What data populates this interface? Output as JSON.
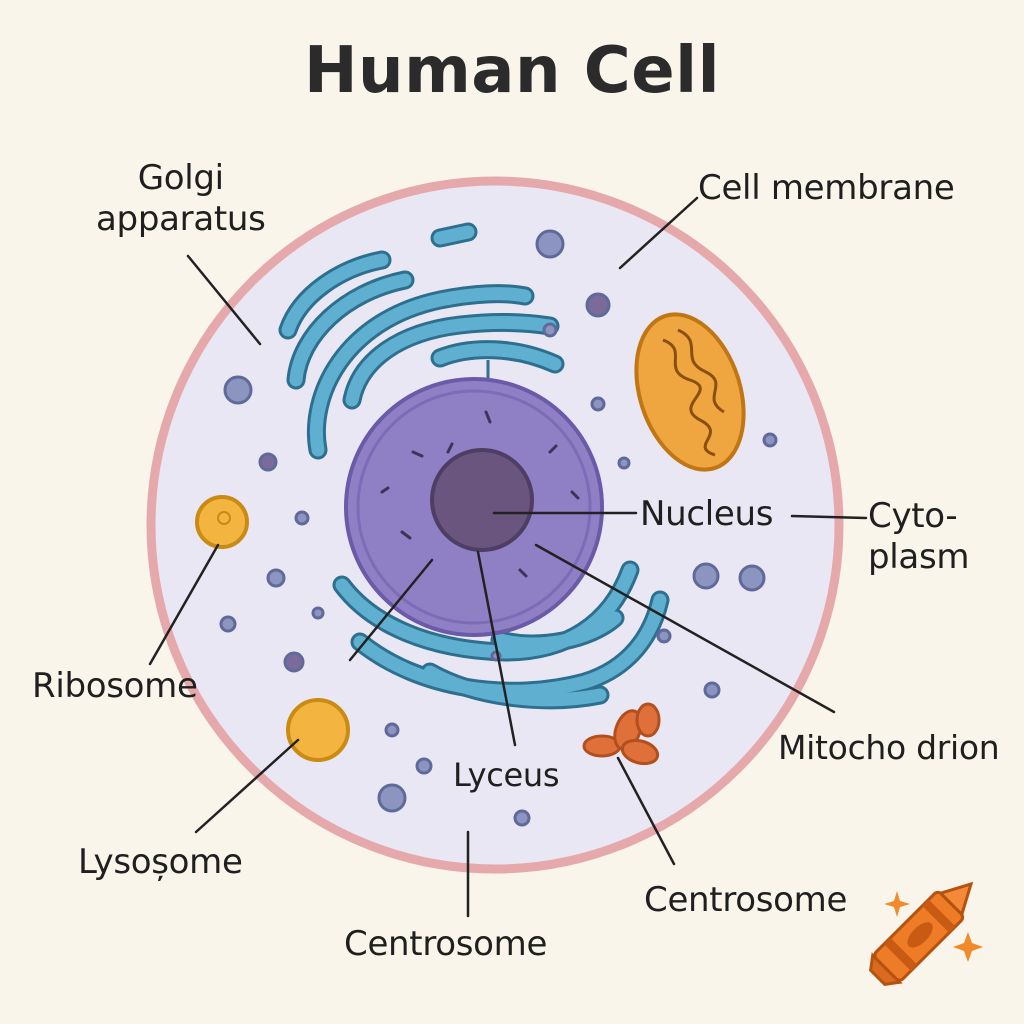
{
  "title": "Human Cell",
  "labels": {
    "golgi_line1": "Golgi",
    "golgi_line2": "apparatus",
    "cell_membrane": "Cell membrane",
    "nucleus": "Nucleus",
    "cytoplasm_line1": "Cyto-",
    "cytoplasm_line2": "plasm",
    "ribosome": "Ribosome",
    "mitochondrion": "Mitocho drion",
    "lyceus": "Lyceus",
    "lysosome": "Lysoșome",
    "centrosome_right": "Centrosome",
    "centrosome_bottom": "Centrosome"
  },
  "icons": [
    "crayon-icon",
    "sparkle-icon"
  ],
  "colors": {
    "background": "#f9f5ea",
    "membrane": "#e6a9ab",
    "cytoplasm": "#e9e7f3",
    "nucleus": "#8f7fc4",
    "nucleolus": "#6a557f",
    "er": "#5fb0d0",
    "mitochondrion": "#f0a640",
    "centrosome": "#e0703a",
    "vesicle": "#8c95bf",
    "crayon": "#ee7b26"
  }
}
